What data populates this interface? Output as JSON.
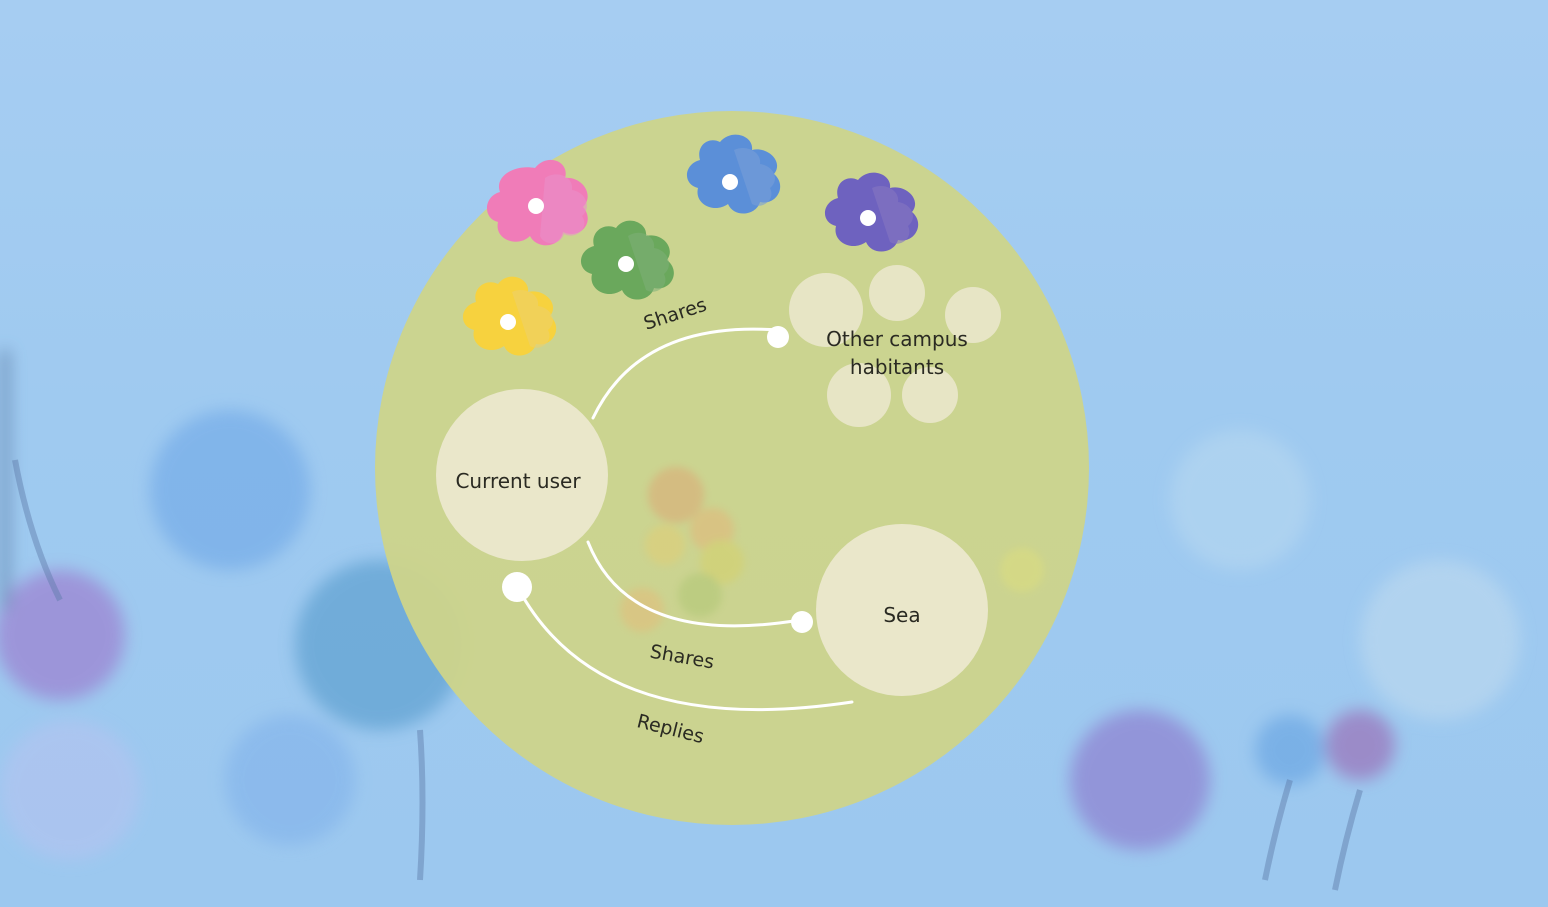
{
  "diagram": {
    "nodes": {
      "current_user": "Current user",
      "other_line1": "Other campus",
      "other_line2": "habitants",
      "sea": "Sea"
    },
    "edges": {
      "shares_top": "Shares",
      "shares_bottom": "Shares",
      "replies": "Replies"
    }
  },
  "colors": {
    "background": "#9fcaf0",
    "main_circle": "#cdd48a",
    "node_fill": "#ece8cf",
    "flower_pink": "#f07cb8",
    "flower_green": "#6aa85c",
    "flower_yellow": "#f7d23e",
    "flower_blue": "#5b8fd8",
    "flower_purple": "#6e62bf"
  },
  "flowers": [
    "pink",
    "green",
    "yellow",
    "blue",
    "purple"
  ]
}
